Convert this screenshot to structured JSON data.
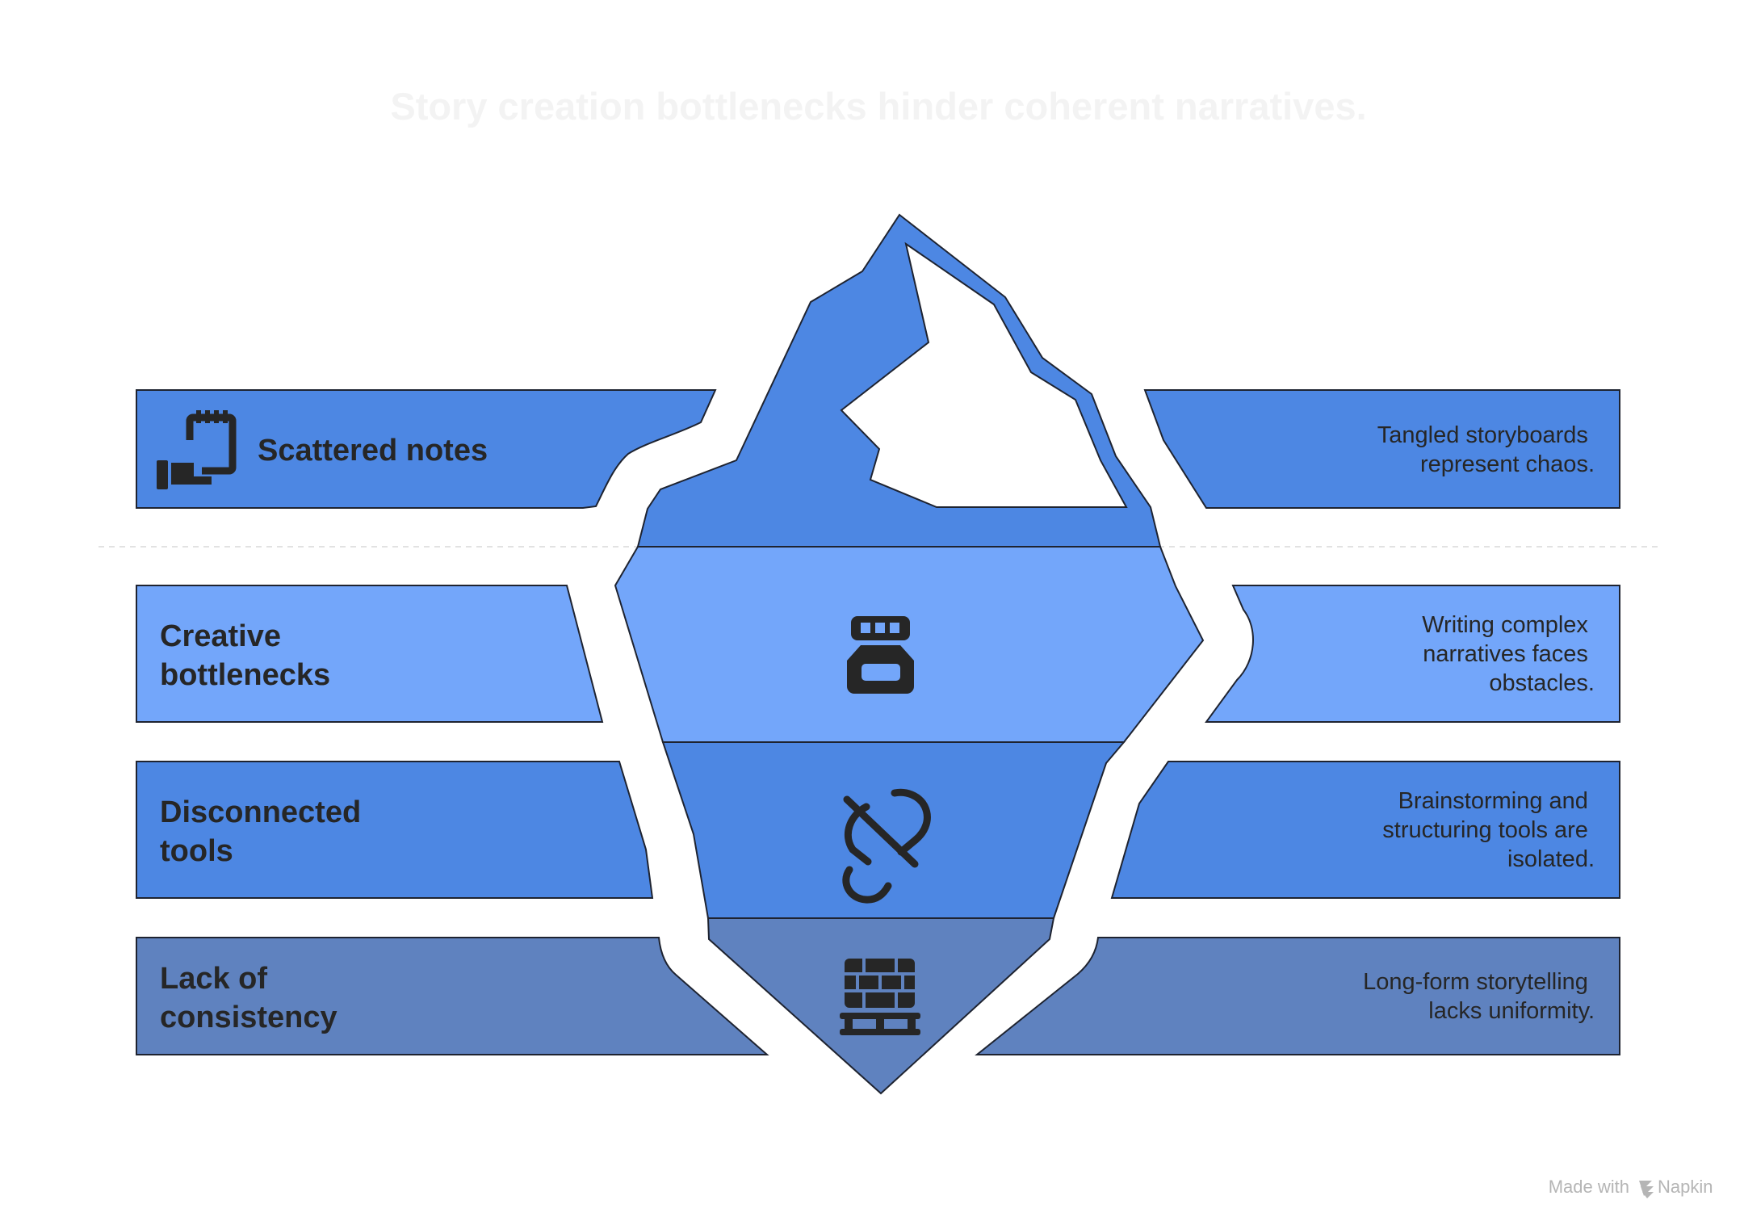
{
  "title": "Story creation bottlenecks hinder coherent narratives.",
  "levels": [
    {
      "label_lines": [
        "Scattered notes"
      ],
      "description_lines": [
        "Tangled storyboards",
        "represent chaos."
      ],
      "icon": "notes-hand-icon",
      "color": "#4d87e3"
    },
    {
      "label_lines": [
        "Creative",
        "bottlenecks"
      ],
      "description_lines": [
        "Writing complex",
        "narratives faces",
        "obstacles."
      ],
      "icon": "ink-bottle-icon",
      "color": "#73a6fa"
    },
    {
      "label_lines": [
        "Disconnected",
        "tools"
      ],
      "description_lines": [
        "Brainstorming and",
        "structuring tools are",
        "isolated."
      ],
      "icon": "broken-link-icon",
      "color": "#4d87e3"
    },
    {
      "label_lines": [
        "Lack of",
        "consistency"
      ],
      "description_lines": [
        "Long-form storytelling",
        "lacks uniformity."
      ],
      "icon": "brick-wall-icon",
      "color": "#5f82bf"
    }
  ],
  "colors": {
    "iceberg_tip": "#4d87e3",
    "snow": "#ffffff",
    "outline": "#1e2330",
    "icon": "#262626",
    "waterline": "#e2e2e2"
  },
  "watermark": {
    "prefix": "Made with",
    "brand": "Napkin",
    "icon": "napkin-logo-icon"
  }
}
